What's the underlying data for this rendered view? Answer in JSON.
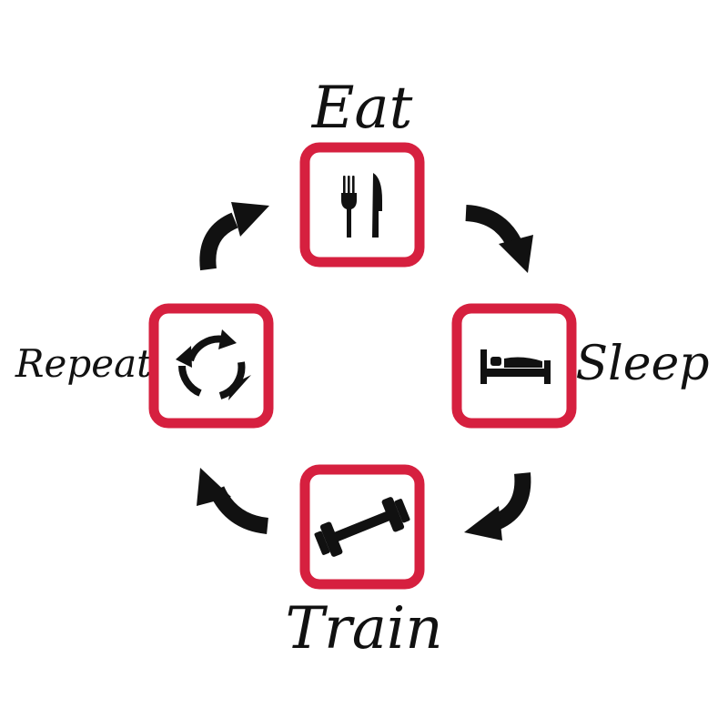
{
  "diagram": {
    "title": "",
    "steps": [
      {
        "id": "eat",
        "label": "Eat",
        "icon": "fork-knife-icon"
      },
      {
        "id": "sleep",
        "label": "Sleep",
        "icon": "bed-icon"
      },
      {
        "id": "train",
        "label": "Train",
        "icon": "dumbbell-icon"
      },
      {
        "id": "repeat",
        "label": "Repeat",
        "icon": "cycle-arrows-icon"
      }
    ],
    "flow": [
      "eat",
      "sleep",
      "train",
      "repeat",
      "eat"
    ],
    "colors": {
      "box_border": "#d6203f",
      "box_fill": "#ffffff",
      "icon": "#111111",
      "arrow": "#111111",
      "text": "#111111"
    }
  }
}
